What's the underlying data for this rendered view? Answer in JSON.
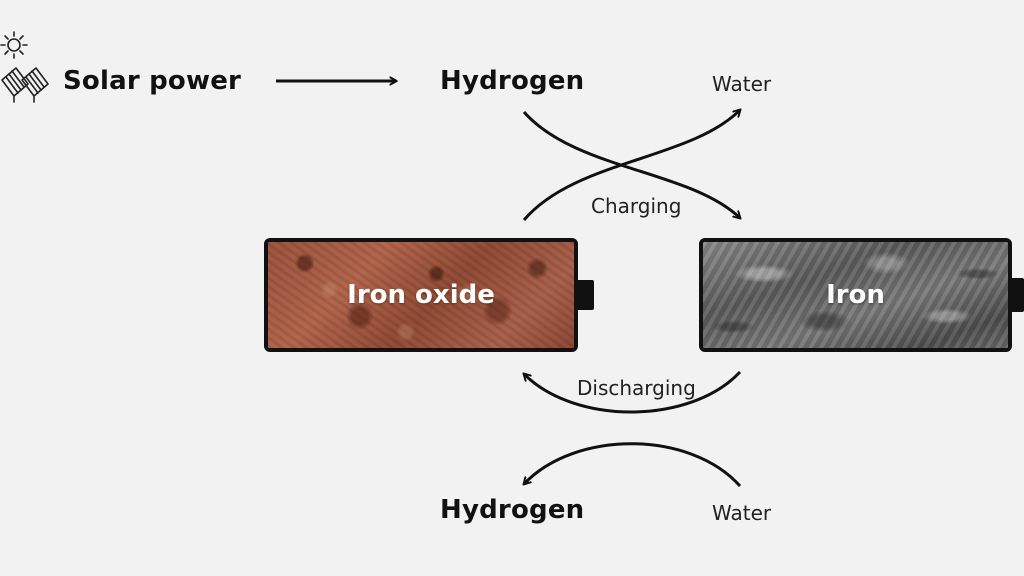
{
  "nodes": {
    "solar_power": "Solar power",
    "hydrogen_top": "Hydrogen",
    "water_top": "Water",
    "charging": "Charging",
    "iron_oxide": "Iron oxide",
    "iron": "Iron",
    "discharging": "Discharging",
    "hydrogen_bottom": "Hydrogen",
    "water_bottom": "Water"
  },
  "icons": {
    "sun": "sun-icon",
    "solar_panel": "solar-panel-icon"
  },
  "colors": {
    "background": "#f2f2f2",
    "ink": "#111111",
    "rust": "#a35c46",
    "iron": "#6a6a6a"
  }
}
